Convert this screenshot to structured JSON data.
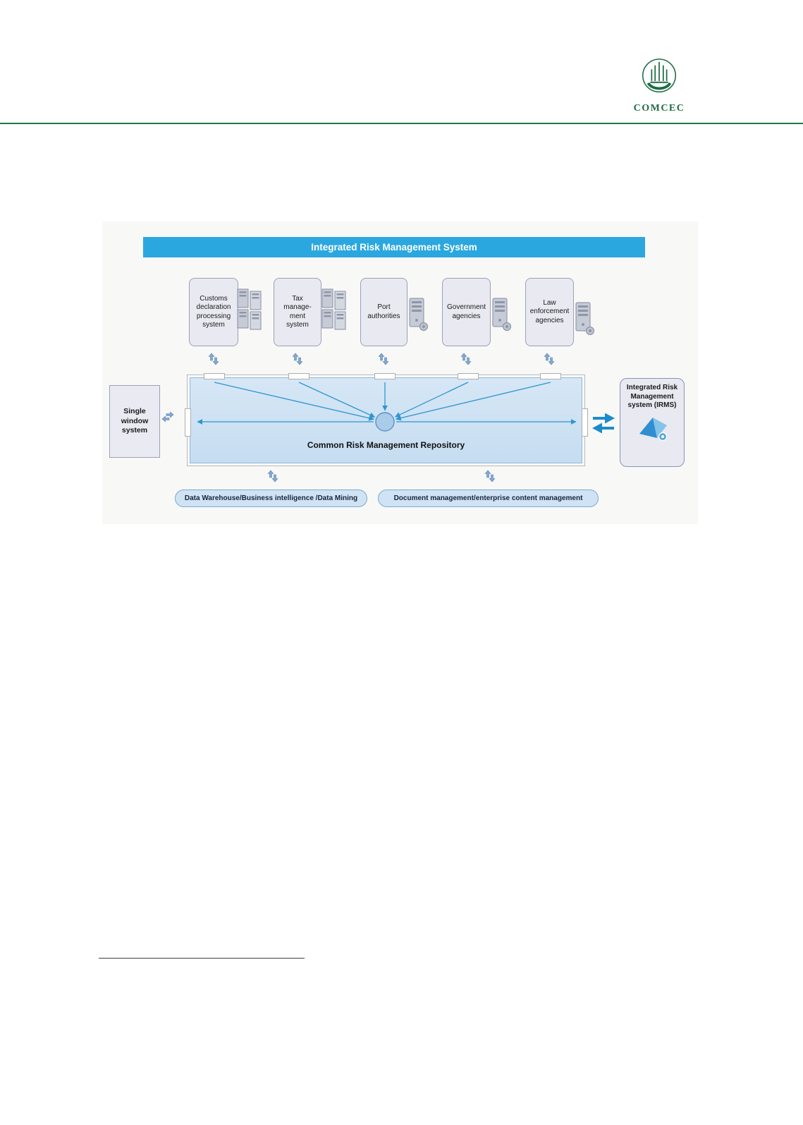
{
  "page": {
    "logo": {
      "wordmark": "COMCEC"
    }
  },
  "diagram": {
    "title": "Integrated Risk Management System",
    "source_systems": [
      {
        "label": "Customs declaration processing system"
      },
      {
        "label": "Tax manage- ment system"
      },
      {
        "label": "Port authorities"
      },
      {
        "label": "Government agencies"
      },
      {
        "label": "Law enforcement agencies"
      }
    ],
    "repository": {
      "label": "Common Risk Management Repository"
    },
    "single_window": {
      "label": "Single window system"
    },
    "irms": {
      "label": "Integrated Risk Management system (IRMS)"
    },
    "bottom_services": [
      {
        "label": "Data Warehouse/Business intelligence /Data Mining"
      },
      {
        "label": "Document management/enterprise content management"
      }
    ],
    "colors": {
      "title_bar_blue": "#2ba7e0",
      "repository_fill": "#cfe3f4",
      "node_fill": "#e9e9f1",
      "arrow_blue": "#2f95d0",
      "header_green": "#1f7a48",
      "logo_green": "#1e6b43"
    },
    "icons": [
      "comcec-emblem-icon",
      "server-icon",
      "server-cluster-icon",
      "sync-arrows-icon",
      "exchange-arrows-icon",
      "irms-diamond-icon"
    ]
  }
}
